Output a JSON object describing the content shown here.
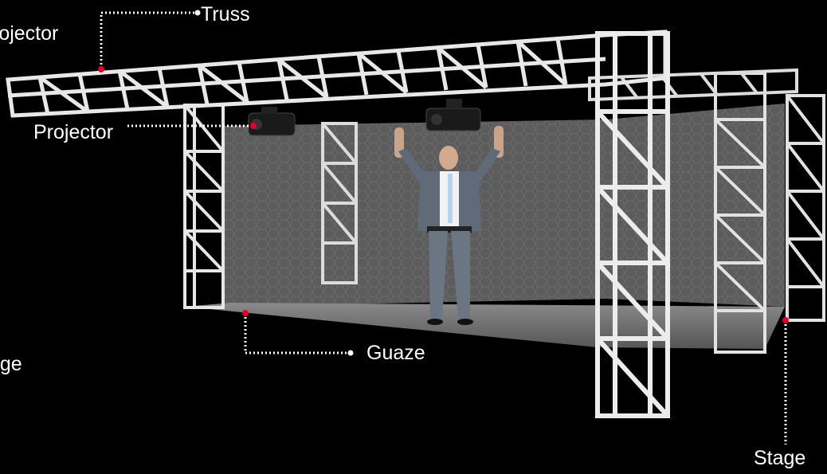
{
  "labels": {
    "truss": "Truss",
    "projector_cut": "rojector",
    "projector": "Projector",
    "guaze": "Guaze",
    "stage_cut": "age",
    "stage": "Stage"
  },
  "colors": {
    "background": "#000000",
    "truss": "#e6e6e6",
    "marker": "#e0002a",
    "leader": "#ffffff",
    "gauze": "#5a5a5a",
    "floor": "#6e6e6e"
  },
  "icons": {
    "person": "man-in-suit-arms-raised",
    "projector": "ceiling-projector-icon"
  }
}
